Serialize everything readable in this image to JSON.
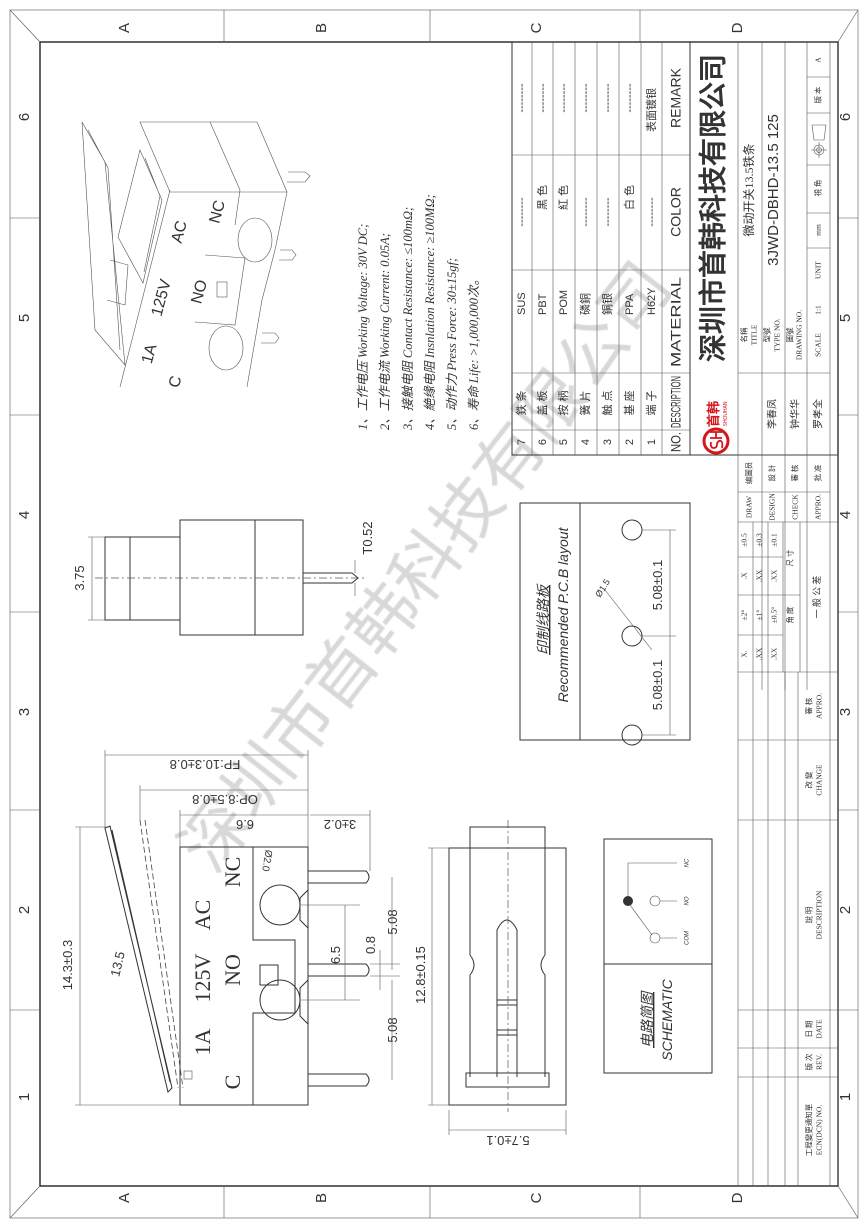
{
  "zones": {
    "letters": [
      "A",
      "B",
      "C",
      "D"
    ],
    "numbers": [
      "6",
      "5",
      "4",
      "3",
      "2",
      "1"
    ]
  },
  "notes": [
    "1、工作电压 Working Voltage: 30V DC;",
    "2、工作电流 Working Current: 0.05A;",
    "3、接触电阻 Contact Resistance: ≤100mΩ;",
    "4、絶缘电阻 Insnlation Resistance: ≥100MΩ;",
    "5、动作力 Press Force: 30±15gf;",
    "6、寿命 Life: >1,000,000次。"
  ],
  "bom": {
    "headers": {
      "no": "NO.",
      "description": "DESCRIPTION",
      "material": "MATERIAL",
      "color": "COLOR",
      "remark": "REMARK"
    },
    "rows": [
      {
        "no": "7",
        "description": "鉄 条",
        "material": "SUS",
        "color": "--------",
        "remark": "--------"
      },
      {
        "no": "6",
        "description": "盖 板",
        "material": "PBT",
        "color": "黑 色",
        "remark": "--------"
      },
      {
        "no": "5",
        "description": "按 柄",
        "material": "POM",
        "color": "紅 色",
        "remark": "--------"
      },
      {
        "no": "4",
        "description": "簧 片",
        "material": "磷銅",
        "color": "--------",
        "remark": "--------"
      },
      {
        "no": "3",
        "description": "触 点",
        "material": "銅银",
        "color": "--------",
        "remark": "--------"
      },
      {
        "no": "2",
        "description": "基 座",
        "material": "PPA",
        "color": "白 色",
        "remark": "--------"
      },
      {
        "no": "1",
        "description": "端 子",
        "material": "H62Y",
        "color": "--------",
        "remark": "表面镀银"
      }
    ]
  },
  "title_block": {
    "company": "深圳市首韩科技有限公司",
    "logo_text": "首韩",
    "logo_en": "SHOUHAN",
    "title_label_cn": "名稱",
    "title_label_en": "TITLE",
    "title": "微动开关13.5铁条",
    "type_label_cn": "型號",
    "type_label_en": "TYPE NO.",
    "type_no": "3JWD-DBHD-13.5 125",
    "drawing_label_cn": "圖號",
    "drawing_label_en": "DRAWING NO.",
    "scale_label": "SCALE",
    "scale": "1:1",
    "unit_label": "UNIT",
    "unit": "mm",
    "view_label": "視 角",
    "version_label": "版 本",
    "version": "A"
  },
  "signatures": [
    {
      "cn": "编圖员",
      "en": "DRAW",
      "name": ""
    },
    {
      "cn": "設 計",
      "en": "DESIGN",
      "name": "李春凤"
    },
    {
      "cn": "審 核",
      "en": "CHECK",
      "name": "钟华华"
    },
    {
      "cn": "批 准",
      "en": "APPRO.",
      "name": "罗孝全"
    }
  ],
  "tolerance": {
    "rows": [
      [
        "X.",
        "±2°",
        ".X",
        "±0.5"
      ],
      [
        ".XX",
        "±1°",
        ".XX",
        "±0.3"
      ],
      [
        ".XX",
        "±0.5°",
        ".XX",
        "±0.1"
      ]
    ],
    "angle_label": "角 度",
    "dim_label": "尺 寸",
    "general_label": "一 般 公 差"
  },
  "revision": {
    "approve_cn": "審 核",
    "approve_en": "APPRO.",
    "change_cn": "改 變",
    "change_en": "CHANGE",
    "desc_cn": "說 明",
    "desc_en": "DESCRIPTION",
    "date_cn": "日 期",
    "date_en": "DATE",
    "rev_cn": "版 次",
    "rev_en": "REV.",
    "ecn_cn": "工程變更通知單",
    "ecn_en": "ECN(DCN) NO."
  },
  "pcb": {
    "title_cn": "印制线路板",
    "title_en": "Recommended P.C.B layout",
    "hole": "Ø1.5",
    "pitch_1": "5.08±0.1",
    "pitch_2": "5.08±0.1"
  },
  "schematic": {
    "title_cn": "电路简图",
    "title_en": "SCHEMATIC",
    "nc": "NC",
    "no": "NO",
    "com": "COM"
  },
  "dims": {
    "side_height": "3.75",
    "side_thickness": "T0.52",
    "overall_height": "14.3±0.3",
    "lever_length": "13.5",
    "free_position": "FP:10.3±0.8",
    "operating_position": "OP:8.5±0.8",
    "body_height": "6.6",
    "pin_length": "3±0.2",
    "hole_dia": "Ø2.0",
    "hole_pitch": "6.5",
    "pin_width": "0.8",
    "pin_pitch_1": "5.08",
    "pin_pitch_2": "5.08",
    "body_length": "12.8±0.15",
    "body_width": "5.7±0.1"
  },
  "markings": {
    "c": "C",
    "rating_1": "1A",
    "rating_2": "125V",
    "rating_3": "AC",
    "no": "NO",
    "nc": "NC"
  },
  "watermark": "深圳市首韩科技有限公司",
  "colors": {
    "logo": "#d4161c",
    "line": "#333333",
    "watermark": "#d8d8d8"
  }
}
